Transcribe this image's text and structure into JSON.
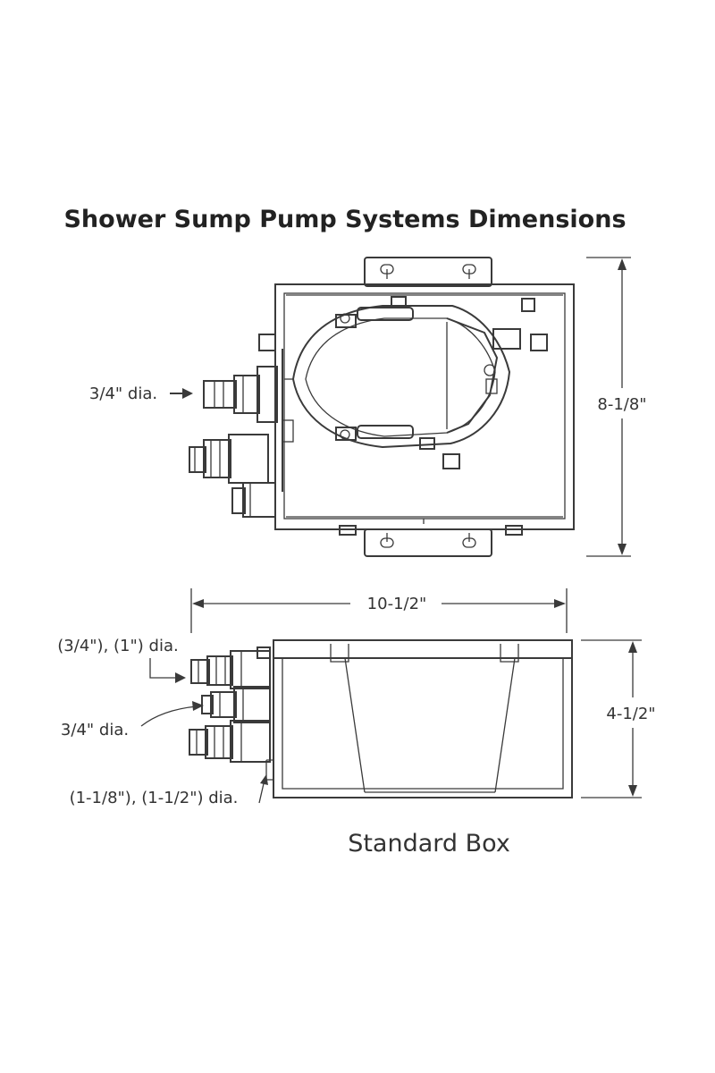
{
  "title": "Shower Sump Pump Systems Dimensions",
  "top_view": {
    "inlet_label": "3/4\" dia.",
    "depth_label": "8-1/8\""
  },
  "side_view": {
    "width_label": "10-1/2\"",
    "height_label": "4-1/2\"",
    "outlet_label": "(3/4\"), (1\") dia.",
    "inlet_label": "3/4\" dia.",
    "drain_label": "(1-1/8\"), (1-1/2\") dia."
  },
  "caption": "Standard Box",
  "colors": {
    "line": "#3a3a3a",
    "text": "#2b2b2b",
    "background": "#ffffff"
  }
}
